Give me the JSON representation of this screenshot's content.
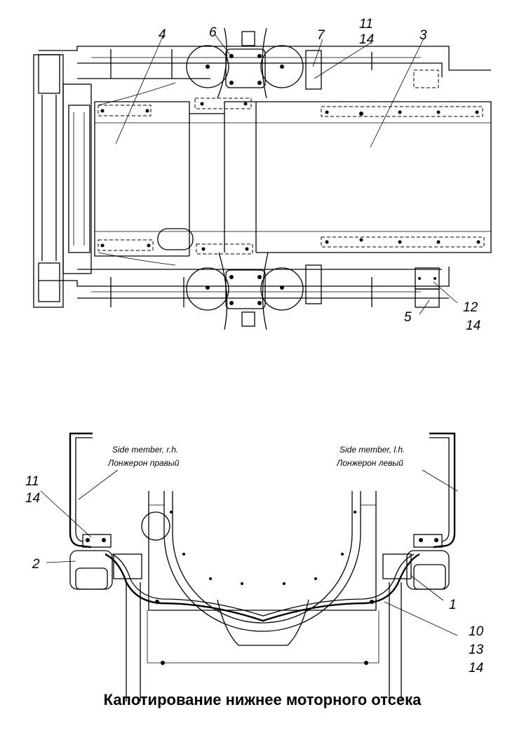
{
  "top_view": {
    "callouts": {
      "c4": "4",
      "c6": "6",
      "c11": "11",
      "c7": "7",
      "c14a": "14",
      "c3": "3",
      "c12": "12",
      "c5": "5",
      "c14b": "14"
    }
  },
  "section_view": {
    "side_member_rh_en": "Side member, r.h.",
    "side_member_rh_ru": "Лонжерон правый",
    "side_member_lh_en": "Side member, l.h.",
    "side_member_lh_ru": "Лонжерон левый",
    "callouts": {
      "c11": "11",
      "c14a": "14",
      "c2": "2",
      "c1": "1",
      "c10": "10",
      "c13": "13",
      "c14b": "14"
    }
  },
  "caption": "Капотирование нижнее моторного отсека"
}
